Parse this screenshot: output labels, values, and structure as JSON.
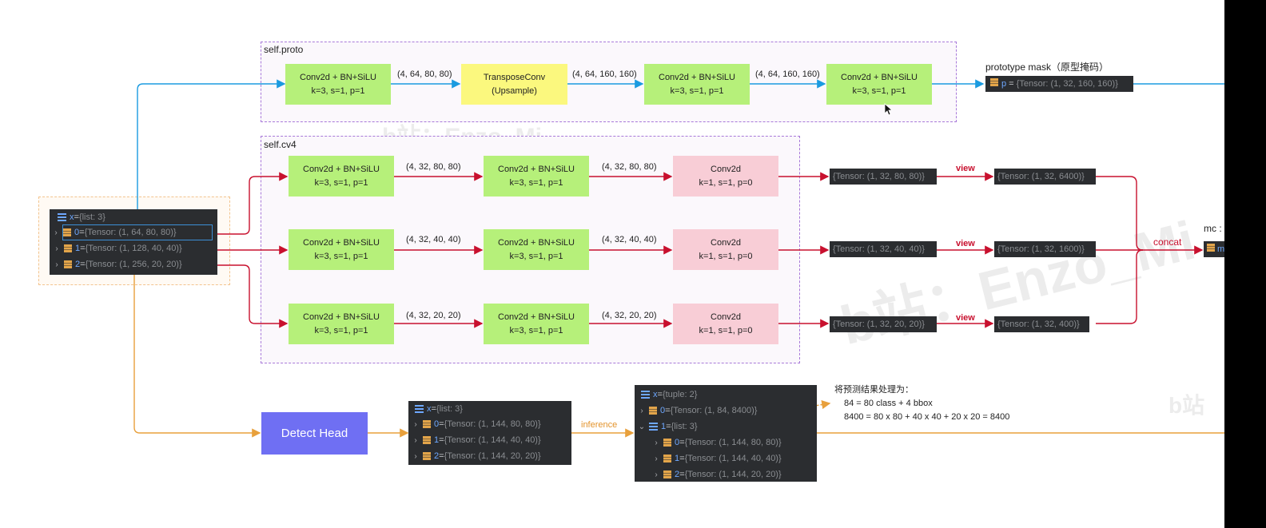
{
  "groups": {
    "proto": "self.proto",
    "cv4": "self.cv4"
  },
  "proto": {
    "blocks": [
      {
        "l1": "Conv2d + BN+SiLU",
        "l2": "k=3, s=1, p=1"
      },
      {
        "l1": "TransposeConv",
        "l2": "(Upsample)"
      },
      {
        "l1": "Conv2d + BN+SiLU",
        "l2": "k=3, s=1, p=1"
      },
      {
        "l1": "Conv2d + BN+SiLU",
        "l2": "k=3, s=1, p=1"
      }
    ],
    "dims": [
      "(4, 64, 80, 80)",
      "(4, 64, 160, 160)",
      "(4, 64, 160, 160)"
    ],
    "output_label": "prototype mask（原型掩码）",
    "output_key": "p",
    "output_val": "{Tensor: (1, 32, 160, 160)}"
  },
  "cv4": {
    "rows": [
      {
        "b1": {
          "l1": "Conv2d + BN+SiLU",
          "l2": "k=3, s=1, p=1"
        },
        "d1": "(4, 32, 80, 80)",
        "b2": {
          "l1": "Conv2d + BN+SiLU",
          "l2": "k=3, s=1, p=1"
        },
        "d2": "(4, 32, 80, 80)",
        "b3": {
          "l1": "Conv2d",
          "l2": "k=1, s=1, p=0"
        },
        "out": "{Tensor: (1, 32, 80, 80)}",
        "view": "view",
        "flat": "{Tensor: (1, 32, 6400)}"
      },
      {
        "b1": {
          "l1": "Conv2d + BN+SiLU",
          "l2": "k=3, s=1, p=1"
        },
        "d1": "(4, 32, 40, 40)",
        "b2": {
          "l1": "Conv2d + BN+SiLU",
          "l2": "k=3, s=1, p=1"
        },
        "d2": "(4, 32, 40, 40)",
        "b3": {
          "l1": "Conv2d",
          "l2": "k=1, s=1, p=0"
        },
        "out": "{Tensor: (1, 32, 40, 40)}",
        "view": "view",
        "flat": "{Tensor: (1, 32, 1600)}"
      },
      {
        "b1": {
          "l1": "Conv2d + BN+SiLU",
          "l2": "k=3, s=1, p=1"
        },
        "d1": "(4, 32, 20, 20)",
        "b2": {
          "l1": "Conv2d + BN+SiLU",
          "l2": "k=3, s=1, p=1"
        },
        "d2": "(4, 32, 20, 20)",
        "b3": {
          "l1": "Conv2d",
          "l2": "k=1, s=1, p=0"
        },
        "out": "{Tensor: (1, 32, 20, 20)}",
        "view": "view",
        "flat": "{Tensor: (1, 32, 400)}"
      }
    ],
    "concat": "concat",
    "mc_label": "mc :",
    "mc_key": "m"
  },
  "input": {
    "head": {
      "key": "x",
      "eq": " = ",
      "val": "{list: 3}"
    },
    "items": [
      {
        "idx": "0",
        "eq": " = ",
        "val": "{Tensor: (1, 64, 80, 80)}"
      },
      {
        "idx": "1",
        "eq": " = ",
        "val": "{Tensor: (1, 128, 40, 40)}"
      },
      {
        "idx": "2",
        "eq": " = ",
        "val": "{Tensor: (1, 256, 20, 20)}"
      }
    ]
  },
  "detect": {
    "label": "Detect Head",
    "out_head": {
      "key": "x",
      "eq": " = ",
      "val": "{list: 3}"
    },
    "out_items": [
      {
        "idx": "0",
        "eq": " = ",
        "val": "{Tensor: (1, 144, 80, 80)}"
      },
      {
        "idx": "1",
        "eq": " = ",
        "val": "{Tensor: (1, 144, 40, 40)}"
      },
      {
        "idx": "2",
        "eq": " = ",
        "val": "{Tensor: (1, 144, 20, 20)}"
      }
    ],
    "inference": "inference",
    "infer_head": {
      "key": "x",
      "eq": " = ",
      "val": "{tuple: 2}"
    },
    "infer_item0": {
      "idx": "0",
      "eq": " = ",
      "val": "{Tensor: (1, 84, 8400)}"
    },
    "infer_item1": {
      "idx": "1",
      "eq": " = ",
      "val": "{list: 3}"
    },
    "infer_sub": [
      {
        "idx": "0",
        "eq": " = ",
        "val": "{Tensor: (1, 144, 80, 80)}"
      },
      {
        "idx": "1",
        "eq": " = ",
        "val": "{Tensor: (1, 144, 40, 40)}"
      },
      {
        "idx": "2",
        "eq": " = ",
        "val": "{Tensor: (1, 144, 20, 20)}"
      }
    ],
    "note": [
      "将预测结果处理为：",
      "84 = 80 class + 4 bbox",
      "8400 = 80 x 80 + 40 x 40 + 20 x 20 = 8400"
    ]
  },
  "watermark": {
    "main": "b站：Enzo_Mi",
    "small": "b站"
  },
  "colors": {
    "blue": "#1b9be0",
    "red": "#c8102e",
    "orange": "#e8a03c",
    "green": "#b6f07a",
    "yellow": "#fbf87e",
    "pink": "#f8cdd6",
    "purple": "#6f6ff3",
    "dashed_purple": "#a879d9",
    "dashed_orange": "#f3c48e"
  },
  "icons": {
    "list": "list-icon",
    "tensor": "tensor-icon",
    "expand": "chevron-right-icon",
    "collapse": "chevron-down-icon",
    "cursor": "cursor-icon"
  }
}
